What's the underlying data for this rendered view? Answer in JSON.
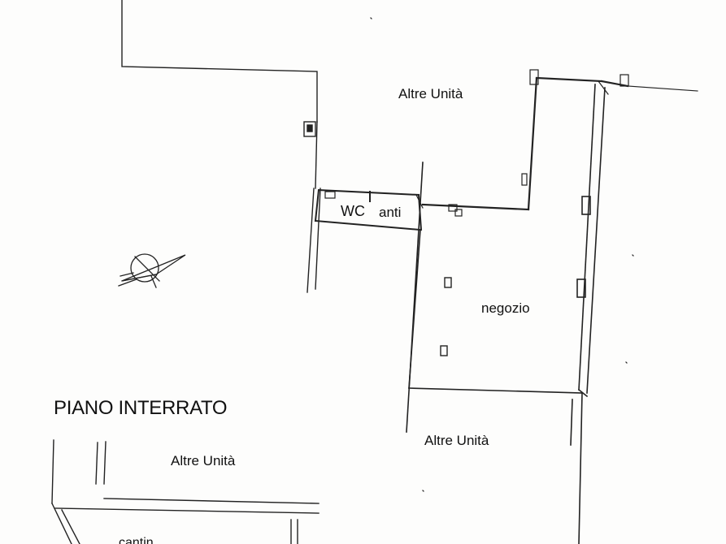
{
  "plan": {
    "floor_title": "PIANO INTERRATO",
    "rooms": {
      "altre_unita_top": "Altre Unità",
      "wc": "WC",
      "anti": "anti",
      "negozio": "negozio",
      "altre_unita_right": "Altre Unità",
      "altre_unita_left": "Altre Unità",
      "partial_bottom_label": "cantin..."
    },
    "symbols": {
      "north_arrow": "compass-north-arrow-icon"
    },
    "colors": {
      "line": "#222222",
      "paper": "#fdfdfc"
    }
  }
}
